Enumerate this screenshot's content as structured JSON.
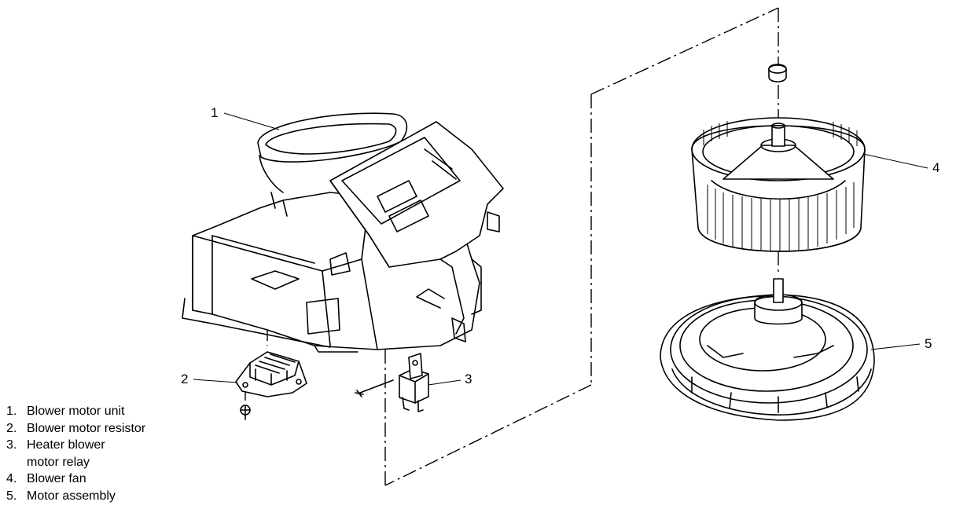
{
  "callouts": [
    "1",
    "2",
    "3",
    "4",
    "5"
  ],
  "legend": [
    {
      "num": "1.",
      "text": "Blower motor unit"
    },
    {
      "num": "2.",
      "text": "Blower motor resistor"
    },
    {
      "num": "3.",
      "text": "Heater blower\nmotor relay"
    },
    {
      "num": "4.",
      "text": "Blower fan"
    },
    {
      "num": "5.",
      "text": "Motor assembly"
    }
  ]
}
